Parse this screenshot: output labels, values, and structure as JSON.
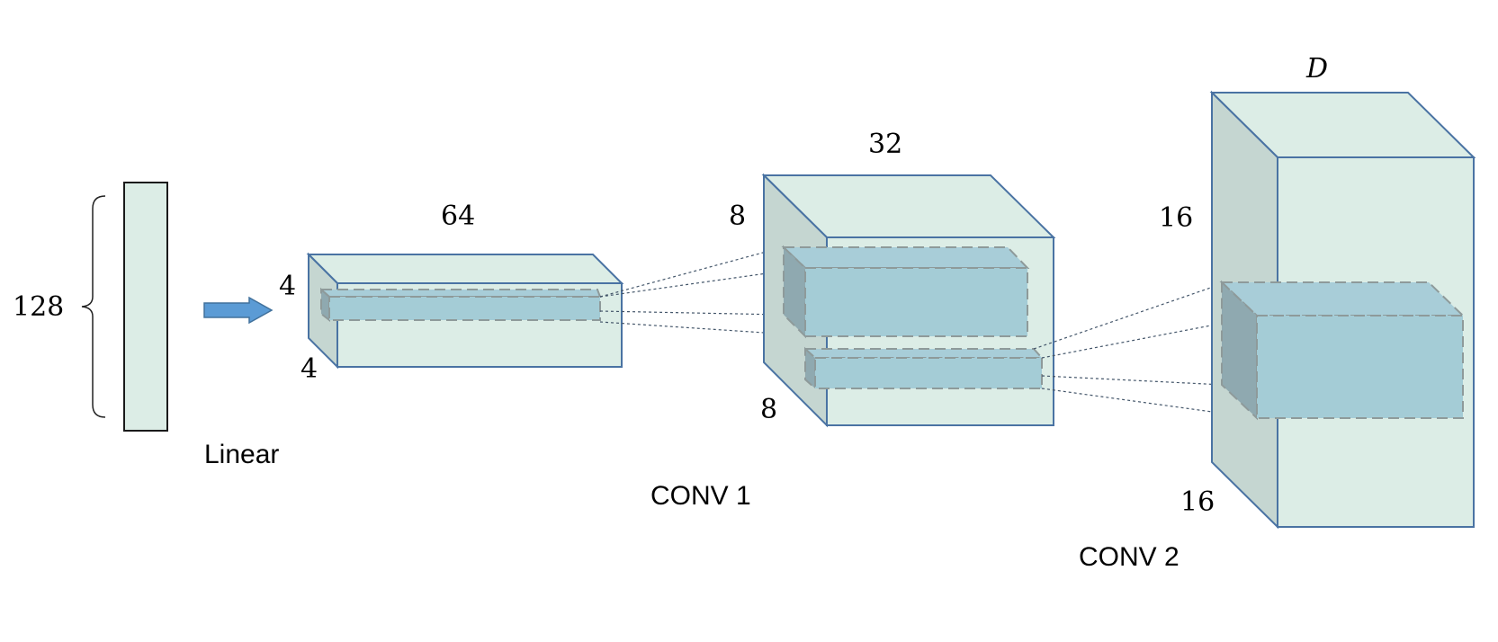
{
  "input": {
    "size_label": "128"
  },
  "linear": {
    "label": "Linear",
    "arrow_color": "#5b9bd5"
  },
  "block1": {
    "width_label": "64",
    "height_label": "4",
    "depth_label": "4"
  },
  "block2": {
    "width_label": "32",
    "height_label": "8",
    "depth_label": "8"
  },
  "block3": {
    "width_label": "D",
    "height_label": "16",
    "depth_label": "16"
  },
  "conv1": {
    "label": "CONV 1"
  },
  "conv2": {
    "label": "CONV 2"
  },
  "colors": {
    "block_face": "#dcede6",
    "block_side": "#c5d6d1",
    "block_edge": "#4a73a3",
    "kernel_fill": "#a4ccd6",
    "kernel_edge": "#8e9a9a"
  }
}
